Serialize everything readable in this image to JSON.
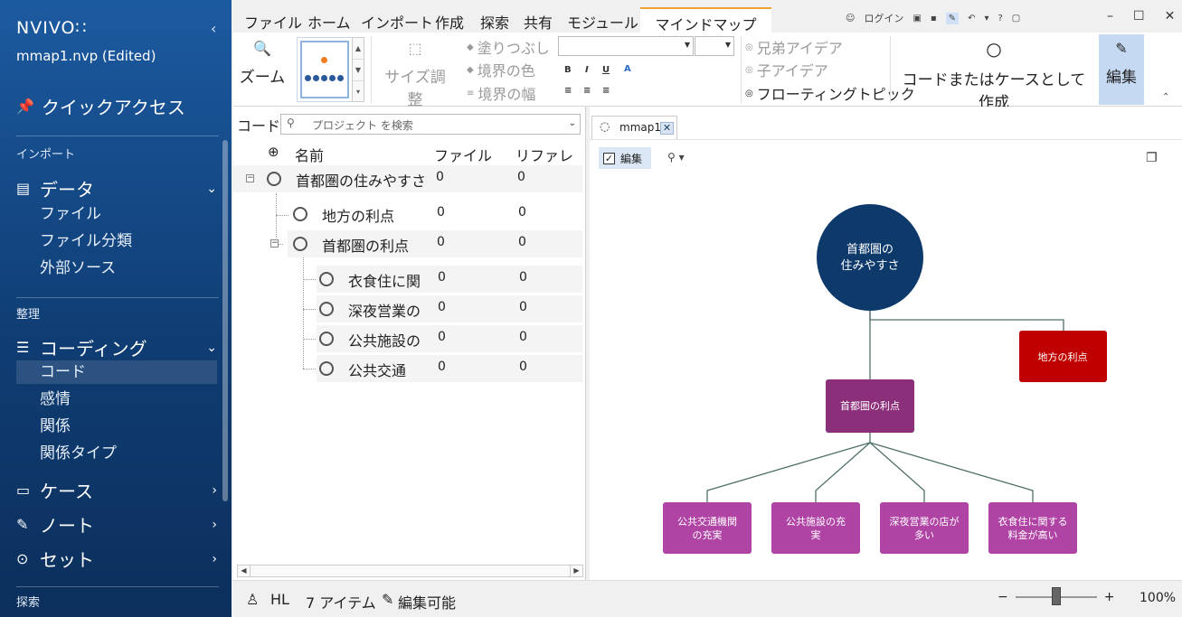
{
  "sidebar": {
    "logo": "NVIVO∷",
    "collapse_icon": "‹",
    "project": "mmap1.nvp (Edited)",
    "quick_access": "クイックアクセス",
    "section_import": "インポート",
    "data_group": "データ",
    "data_items": [
      "ファイル",
      "ファイル分類",
      "外部ソース"
    ],
    "section_organize": "整理",
    "coding_group": "コーディング",
    "coding_items": [
      "コード",
      "感情",
      "関係",
      "関係タイプ"
    ],
    "cases_group": "ケース",
    "notes_group": "ノート",
    "sets_group": "セット",
    "section_explore": "探索"
  },
  "ribbon_tabs": [
    "ファイル",
    "ホーム",
    "インポート",
    "作成",
    "探索",
    "共有",
    "モジュール",
    "マインドマップ"
  ],
  "title_controls": {
    "login": "ログイン"
  },
  "ribbon": {
    "zoom": "ズーム",
    "resize": "サイズ調整",
    "fill": "塗りつぶし",
    "border_color": "境界の色",
    "border_width": "境界の幅",
    "sibling_idea": "兄弟アイデア",
    "child_idea": "子アイデア",
    "floating_topic": "フローティングトピック",
    "create_as_code": "コードまたはケースとして作成",
    "edit": "編集",
    "format": {
      "bold": "B",
      "italic": "I",
      "underline": "U",
      "color": "A"
    }
  },
  "code_pane": {
    "label": "コード",
    "search_placeholder": "プロジェクト を検索",
    "columns": {
      "name": "名前",
      "files": "ファイル",
      "references": "リファレン"
    },
    "rows": [
      {
        "name": "首都圏の住みやすさ",
        "files": "0",
        "refs": "0"
      },
      {
        "name": "地方の利点",
        "files": "0",
        "refs": "0"
      },
      {
        "name": "首都圏の利点",
        "files": "0",
        "refs": "0"
      },
      {
        "name": "衣食住に関",
        "files": "0",
        "refs": "0"
      },
      {
        "name": "深夜営業の",
        "files": "0",
        "refs": "0"
      },
      {
        "name": "公共施設の",
        "files": "0",
        "refs": "0"
      },
      {
        "name": "公共交通",
        "files": "0",
        "refs": "0"
      }
    ]
  },
  "map_pane": {
    "tab_name": "mmap1",
    "edit_checkbox": "編集",
    "edit_checked": true,
    "nodes": {
      "root": [
        "首都圏の",
        "住みやすさ"
      ],
      "local": [
        "地方の利点"
      ],
      "metro": [
        "首都圏の利点"
      ],
      "transit": [
        "公共交通機関",
        "の充実"
      ],
      "facility": [
        "公共施設の充",
        "実"
      ],
      "night": [
        "深夜営業の店が",
        "多い"
      ],
      "living": [
        "衣食住に関する",
        "料金が高い"
      ]
    },
    "colors": {
      "root": "#0e3a6b",
      "local": "#c00000",
      "metro": "#8c2f7a",
      "leaf": "#b044a5"
    }
  },
  "status_bar": {
    "user": "HL",
    "items": "7 アイテム",
    "editable": "編集可能",
    "zoom": "100%"
  }
}
